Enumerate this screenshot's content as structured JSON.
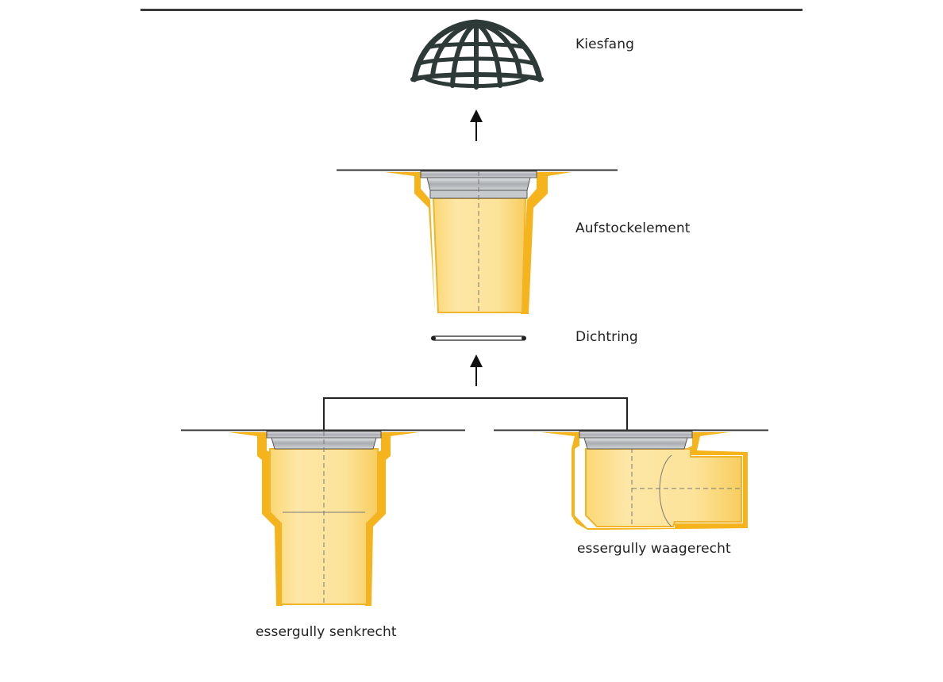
{
  "labels": {
    "kiesfang": "Kiesfang",
    "aufstockelement": "Aufstockelement",
    "dichtring": "Dichtring",
    "senkrecht": "essergully senkrecht",
    "waagerecht": "essergully waagerecht"
  },
  "colors": {
    "body_fill": "#fde39a",
    "body_edge": "#f5b31c",
    "flange_steel": "#b9bcbf",
    "membrane": "#333333",
    "gravel_guard": "#2d3a37",
    "arrow": "#111111"
  }
}
